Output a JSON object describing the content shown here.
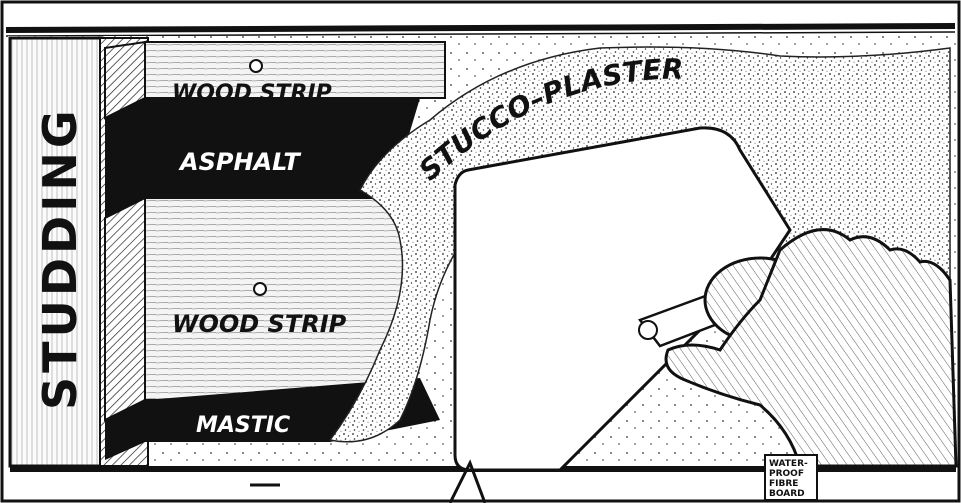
{
  "labels": {
    "studding": "STUDDING",
    "wood_strip_top": "WOOD STRIP",
    "asphalt": "ASPHALT",
    "wood_strip_bottom": "WOOD STRIP",
    "mastic": "MASTIC",
    "stucco_plaster": "STUCCO–PLASTER",
    "fibre_board": [
      "WATER-",
      "PROOF",
      "FIBRE",
      "BOARD"
    ]
  },
  "colors": {
    "ink": "#111111",
    "paper": "#ffffff",
    "wood": "#f2f2f2"
  }
}
